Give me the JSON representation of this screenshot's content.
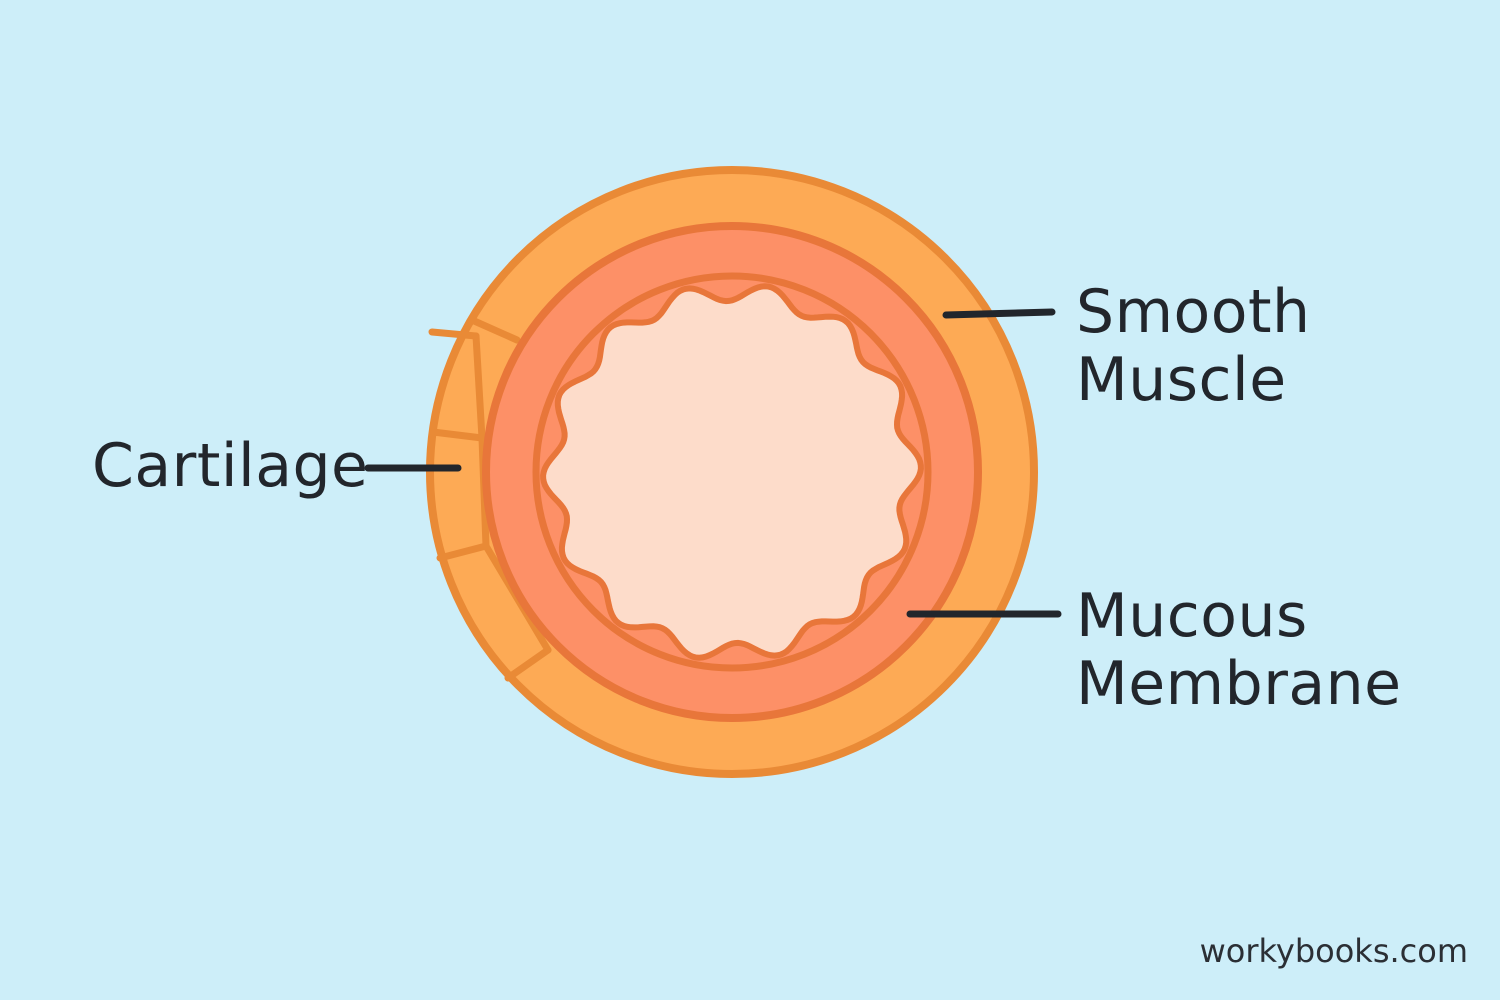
{
  "labels": {
    "cartilage": "Cartilage",
    "smooth_muscle": [
      "Smooth",
      "Muscle"
    ],
    "mucous_membrane": [
      "Mucous",
      "Membrane"
    ]
  },
  "watermark": "workybooks.com",
  "colors": {
    "background": "#cdeef9",
    "cartilage_fill": "#fdaa55",
    "cartilage_outline": "#e98a36",
    "smooth_muscle_fill": "#fd9067",
    "smooth_muscle_outline": "#e8763a",
    "lumen_fill": "#fddcca",
    "leader_line": "#22262c",
    "text": "#22262c"
  }
}
